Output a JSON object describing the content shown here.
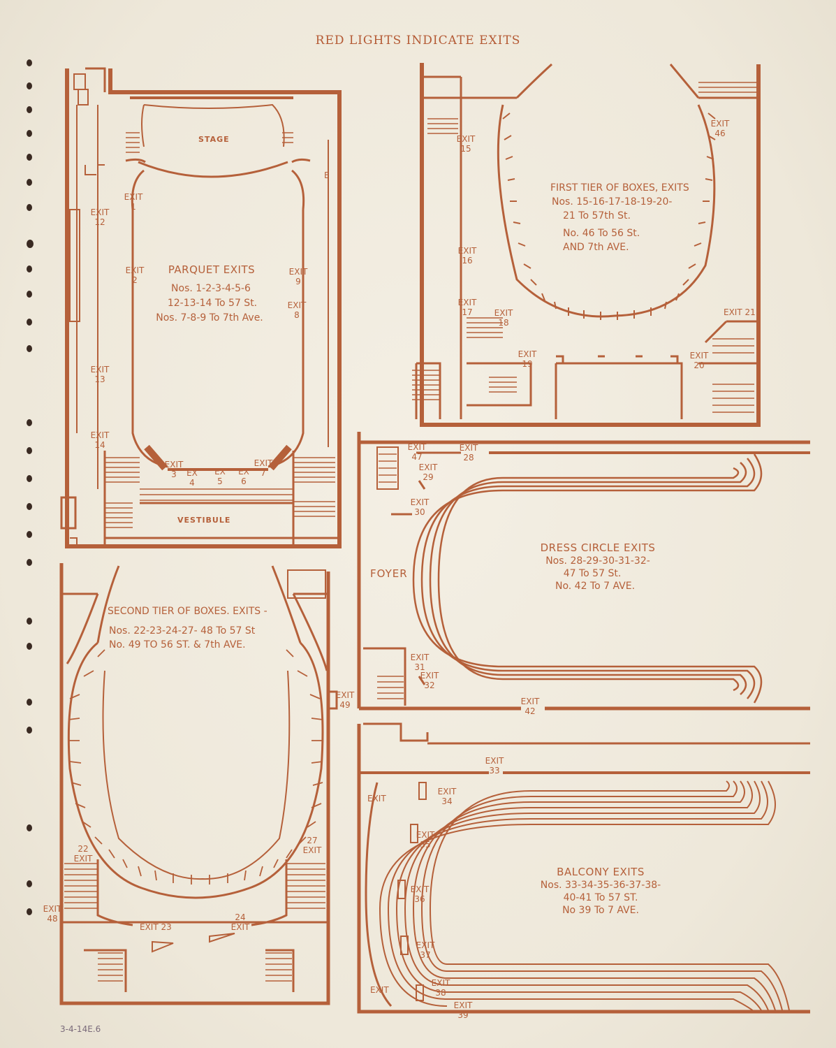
{
  "header": {
    "title": "RED LIGHTS INDICATE EXITS"
  },
  "parquet": {
    "stage": "STAGE",
    "vestibule": "VESTIBULE",
    "heading": "PARQUET EXITS",
    "lines": [
      "Nos. 1-2-3-4-5-6",
      "12-13-14 To 57 St.",
      "Nos. 7-8-9 To 7th Ave."
    ],
    "exits": {
      "e1": "EXIT 1",
      "e2": "EXIT 2",
      "e3": "EXIT 3",
      "e4": "EX 4",
      "e5": "EX 5",
      "e6": "EX 6",
      "e7": "EXIT 7",
      "e8": "EXIT 8",
      "e9": "EXIT 9",
      "e12": "EXIT 12",
      "e13": "EXIT 13",
      "e14": "EXIT 14",
      "e_small": "E"
    }
  },
  "first_tier": {
    "heading": "FIRST TIER OF BOXES, EXITS",
    "lines": [
      "Nos. 15-16-17-18-19-20-",
      "21 To 57th St.",
      "No. 46 To 56 St.",
      "AND 7th AVE."
    ],
    "exits": {
      "e15": "EXIT 15",
      "e16": "EXIT 16",
      "e17": "EXIT 17",
      "e18": "EXIT 18",
      "e19": "EXIT 19",
      "e20": "EXIT 20",
      "e21": "EXIT 21",
      "e46": "EXIT 46"
    }
  },
  "dress_circle": {
    "foyer": "FOYER",
    "heading": "DRESS CIRCLE EXITS",
    "lines": [
      "Nos. 28-29-30-31-32-",
      "47 To 57 St.",
      "No. 42 To 7 AVE."
    ],
    "exits": {
      "e28": "EXIT 28",
      "e29": "EXIT 29",
      "e30": "EXIT 30",
      "e31": "EXIT 31",
      "e32": "EXIT 32",
      "e42": "EXIT 42",
      "e47": "EXIT 47"
    }
  },
  "second_tier": {
    "heading": "SECOND TIER OF BOXES. EXITS -",
    "lines": [
      "Nos. 22-23-24-27- 48 To 57 St",
      "No. 49 TO 56 ST. & 7th AVE."
    ],
    "exits": {
      "e22": "22 EXIT",
      "e23": "EXIT 23",
      "e24": "24 EXIT",
      "e27": "27 EXIT",
      "e48": "EXIT 48",
      "e49": "EXIT 49"
    }
  },
  "balcony": {
    "heading": "BALCONY EXITS",
    "lines": [
      "Nos. 33-34-35-36-37-38-",
      "40-41 To 57 ST.",
      "No 39 To 7 AVE."
    ],
    "exits": {
      "e33": "EXIT 33",
      "e34": "EXIT 34",
      "e35": "EXIT 35",
      "e36": "EXIT 36",
      "e37": "EXIT 37",
      "e38": "EXIT 38",
      "e39": "EXIT 39",
      "e40": "EXIT",
      "e41": "EXIT"
    }
  },
  "annotation": "3-4-14E.6",
  "colors": {
    "ink": "#b5603a",
    "paper": "#f1ecdf"
  }
}
